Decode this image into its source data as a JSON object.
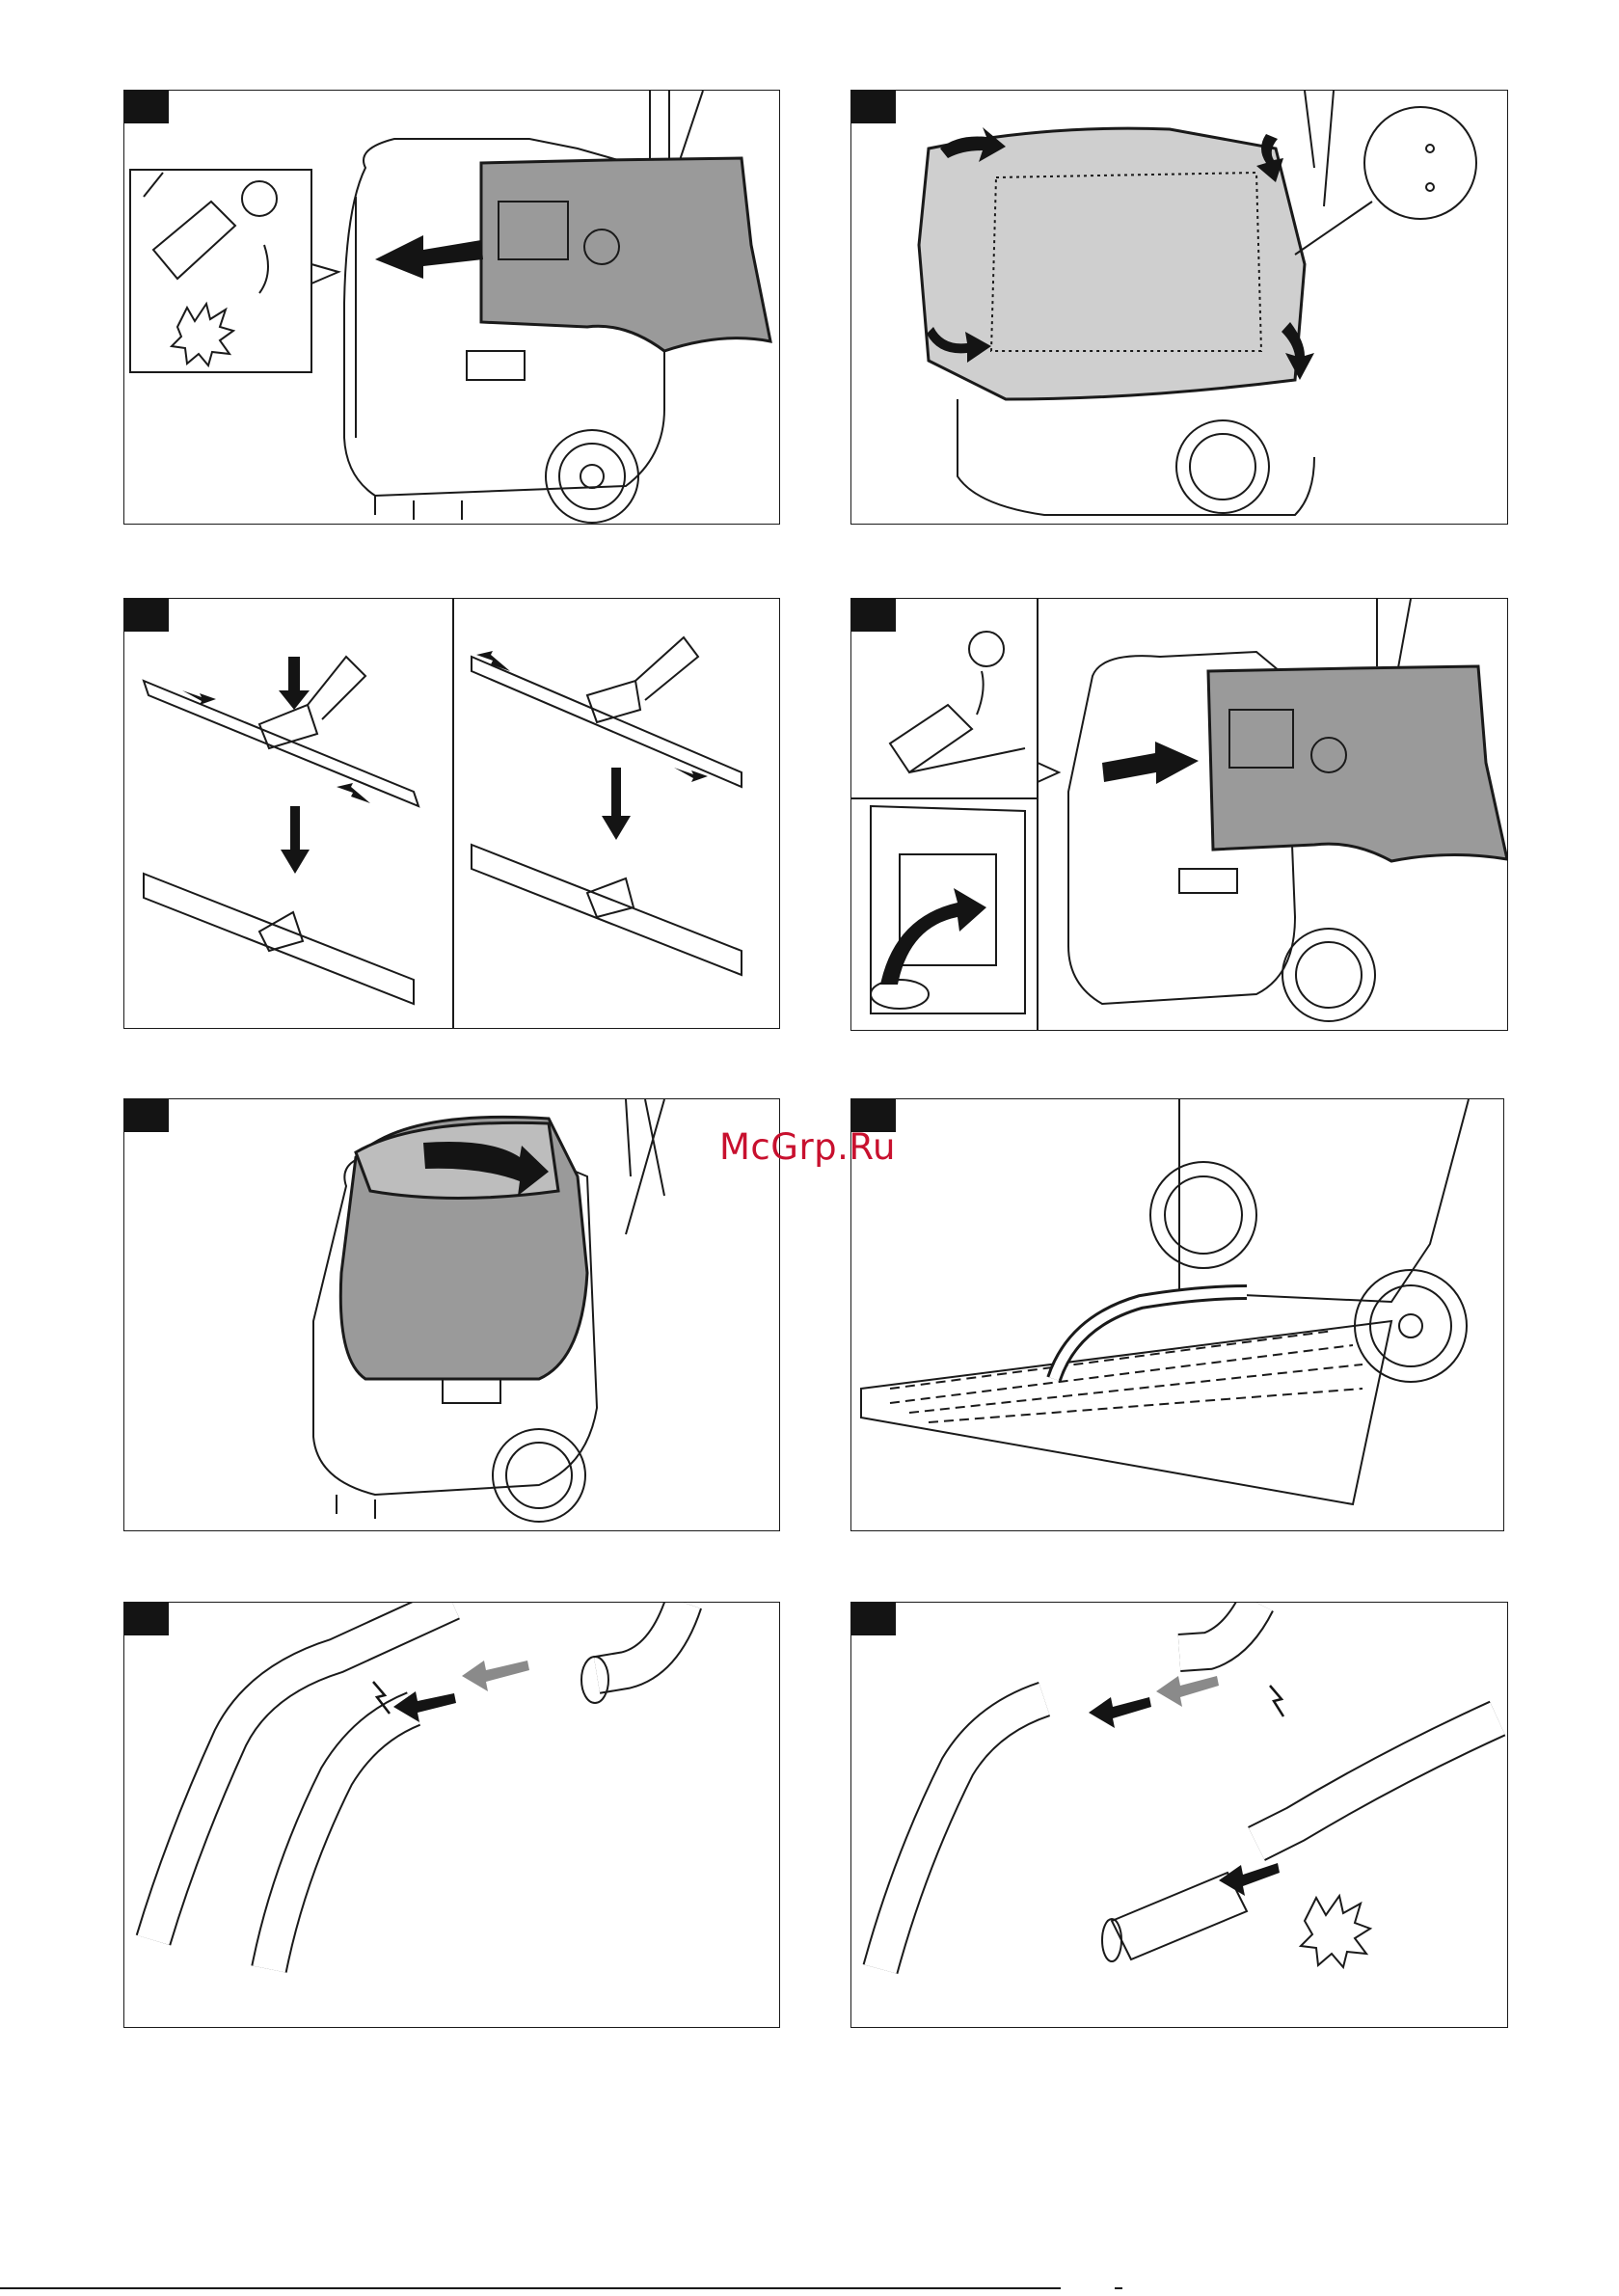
{
  "watermark": {
    "text": "McGrp.Ru",
    "color": "#c8102e"
  },
  "panels": [
    {
      "name": "panel-insert-filter-bag",
      "icons": [
        "arrow-left-icon",
        "click-burst-icon",
        "bag-plate-icon"
      ]
    },
    {
      "name": "panel-fold-bag-over-rim",
      "icons": [
        "curved-arrow-icon",
        "magnifier-detail-icon"
      ]
    },
    {
      "name": "panel-floor-nozzle-inserts",
      "icons": [
        "arrow-down-icon",
        "slide-arrow-icon"
      ]
    },
    {
      "name": "panel-remove-filter-bag",
      "icons": [
        "arrow-right-icon",
        "curved-arrow-icon"
      ]
    },
    {
      "name": "panel-bag-into-container",
      "icons": [
        "curved-arrow-icon"
      ]
    },
    {
      "name": "panel-hose-parked-on-grate",
      "icons": [
        "hose-icon",
        "grate-icon"
      ]
    },
    {
      "name": "panel-detach-handle",
      "icons": [
        "arrow-left-icon",
        "pointer-arrow-icon"
      ]
    },
    {
      "name": "panel-attach-adapter",
      "icons": [
        "arrow-right-icon",
        "click-burst-icon"
      ]
    }
  ],
  "colors": {
    "line": "#1a1a1a",
    "bag_fill": "#9a9a9a",
    "grey_arrow": "#8a8a8a"
  }
}
